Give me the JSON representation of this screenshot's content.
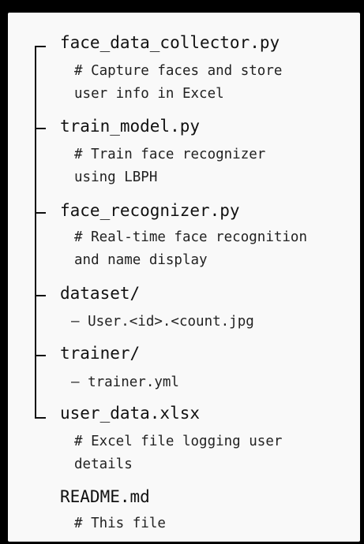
{
  "tree": {
    "items": [
      {
        "name": "face_data_collector.py",
        "comment": "# Capture faces and store\nuser info in Excel"
      },
      {
        "name": "train_model.py",
        "comment": "# Train face recognizer\nusing LBPH"
      },
      {
        "name": "face_recognizer.py",
        "comment": "# Real-time face recognition\nand name display"
      },
      {
        "name": "dataset/",
        "comment": "— User.<id>.<count.jpg"
      },
      {
        "name": "trainer/",
        "comment": "— trainer.yml"
      },
      {
        "name": "user_data.xlsx",
        "comment": "# Excel file logging user\ndetails"
      },
      {
        "name": "README.md",
        "comment": "# This file"
      }
    ]
  }
}
